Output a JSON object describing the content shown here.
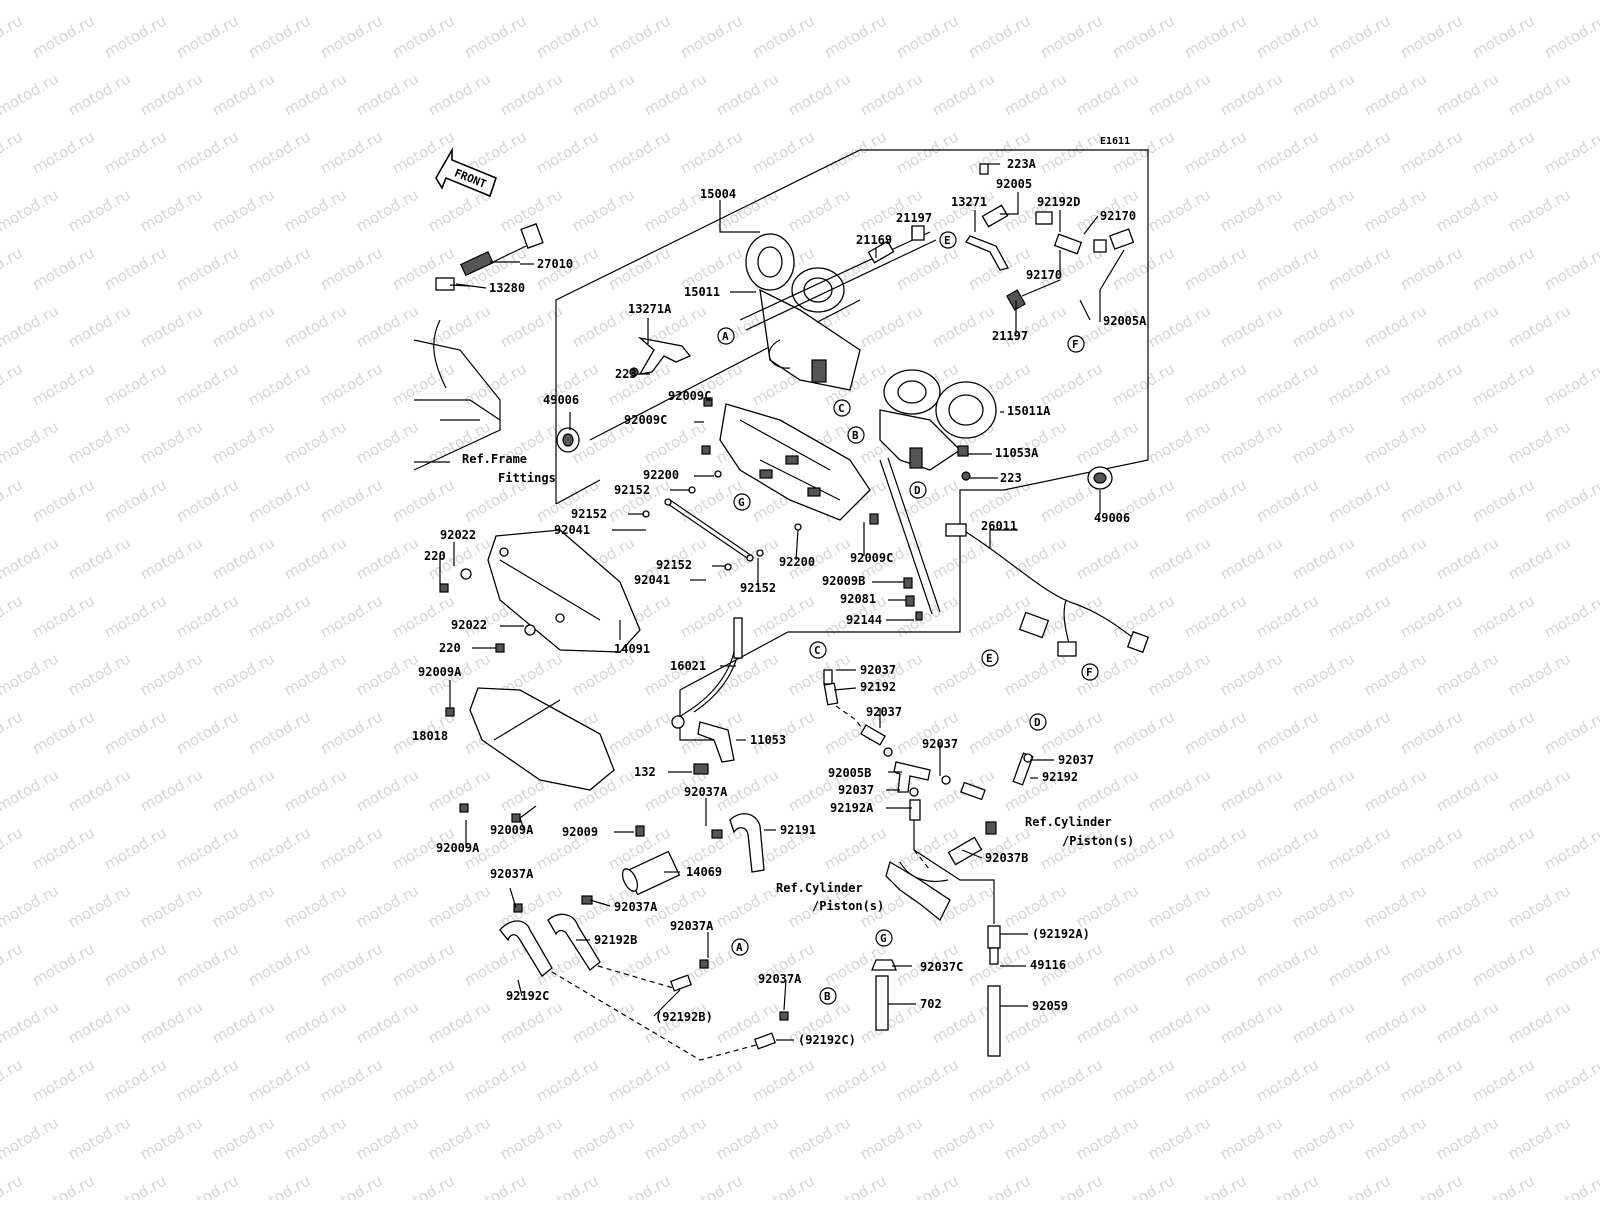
{
  "watermark": "motod.ru",
  "diagram_code": "E1611",
  "front_label": "FRONT",
  "parts": {
    "p15004": "15004",
    "p223A": "223A",
    "p13271": "13271",
    "p92005": "92005",
    "p92192D": "92192D",
    "p92170a": "92170",
    "p92170b": "92170",
    "p21197a": "21197",
    "p21169": "21169",
    "p92005A": "92005A",
    "p27010": "27010",
    "p13280": "13280",
    "p15011": "15011",
    "p13271A": "13271A",
    "p223a": "223",
    "p49006a": "49006",
    "p21197b": "21197",
    "p92009C1": "92009C",
    "p92009C2": "92009C",
    "p15011A": "15011A",
    "p11053A": "11053A",
    "p223b": "223",
    "p92200a": "92200",
    "p92152a": "92152",
    "p49006b": "49006",
    "p92152b": "92152",
    "p92041a": "92041",
    "p26011": "26011",
    "p92022a": "92022",
    "p220a": "220",
    "p92200b": "92200",
    "p92009C3": "92009C",
    "p92152c": "92152",
    "p92041b": "92041",
    "p92152d": "92152",
    "p92009B": "92009B",
    "p92081": "92081",
    "p92022b": "92022",
    "p92144": "92144",
    "p220b": "220",
    "p14091": "14091",
    "p16021": "16021",
    "p92037a": "92037",
    "p92009A1": "92009A",
    "p92192a": "92192",
    "p18018": "18018",
    "p92037b": "92037",
    "p11053": "11053",
    "p92037c": "92037",
    "p92037d": "92037",
    "p132": "132",
    "p92005B": "92005B",
    "p92192b": "92192",
    "p92037e": "92037",
    "p92037A1": "92037A",
    "p92192A": "92192A",
    "p92191": "92191",
    "p92009": "92009",
    "p92009A2": "92009A",
    "p14069": "14069",
    "p92037B": "92037B",
    "p92009A3": "92009A",
    "p92037A2": "92037A",
    "p92037A3": "92037A",
    "p92192B": "92192B",
    "p92037A4": "92037A",
    "p92037C": "92037C",
    "p92192Ap": "(92192A)",
    "p49116": "49116",
    "p92192C": "92192C",
    "p92192Bp": "(92192B)",
    "p702": "702",
    "p92059": "92059",
    "p92192Cp": "(92192C)"
  },
  "references": {
    "frame_line1": "Ref.Frame",
    "frame_line2": "Fittings",
    "cyl1_line1": "Ref.Cylinder",
    "cyl1_line2": "/Piston(s)",
    "cyl2_line1": "Ref.Cylinder",
    "cyl2_line2": "/Piston(s)"
  },
  "callouts": {
    "a1": "A",
    "a2": "A",
    "b1": "B",
    "b2": "B",
    "c1": "C",
    "c2": "C",
    "d1": "D",
    "d2": "D",
    "e1": "E",
    "e2": "E",
    "f1": "F",
    "f2": "F",
    "g1": "G",
    "g2": "G"
  }
}
